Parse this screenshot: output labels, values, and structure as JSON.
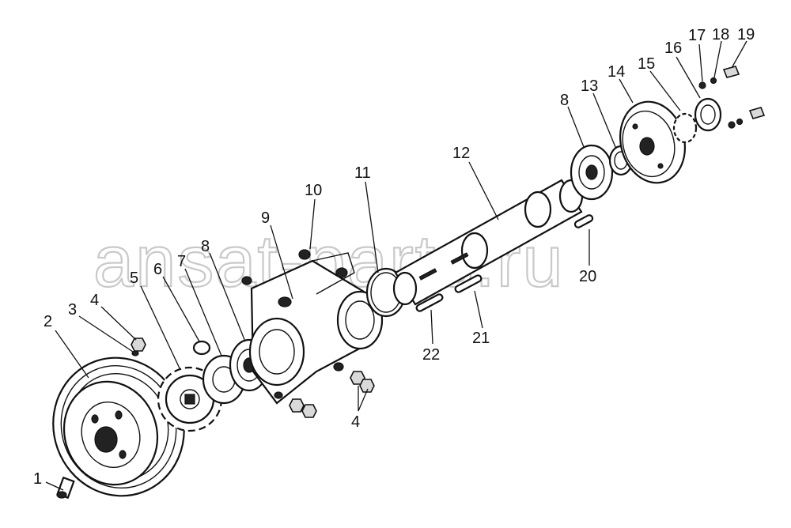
{
  "watermark": "ansat-parts.ru",
  "callouts": {
    "c1": "1",
    "c2": "2",
    "c3": "3",
    "c4a": "4",
    "c4b": "4",
    "c5": "5",
    "c6": "6",
    "c7": "7",
    "c8a": "8",
    "c8b": "8",
    "c9": "9",
    "c10": "10",
    "c11": "11",
    "c12": "12",
    "c13": "13",
    "c14": "14",
    "c15": "15",
    "c16": "16",
    "c17": "17",
    "c18": "18",
    "c19": "19",
    "c20": "20",
    "c21": "21",
    "c22": "22"
  }
}
